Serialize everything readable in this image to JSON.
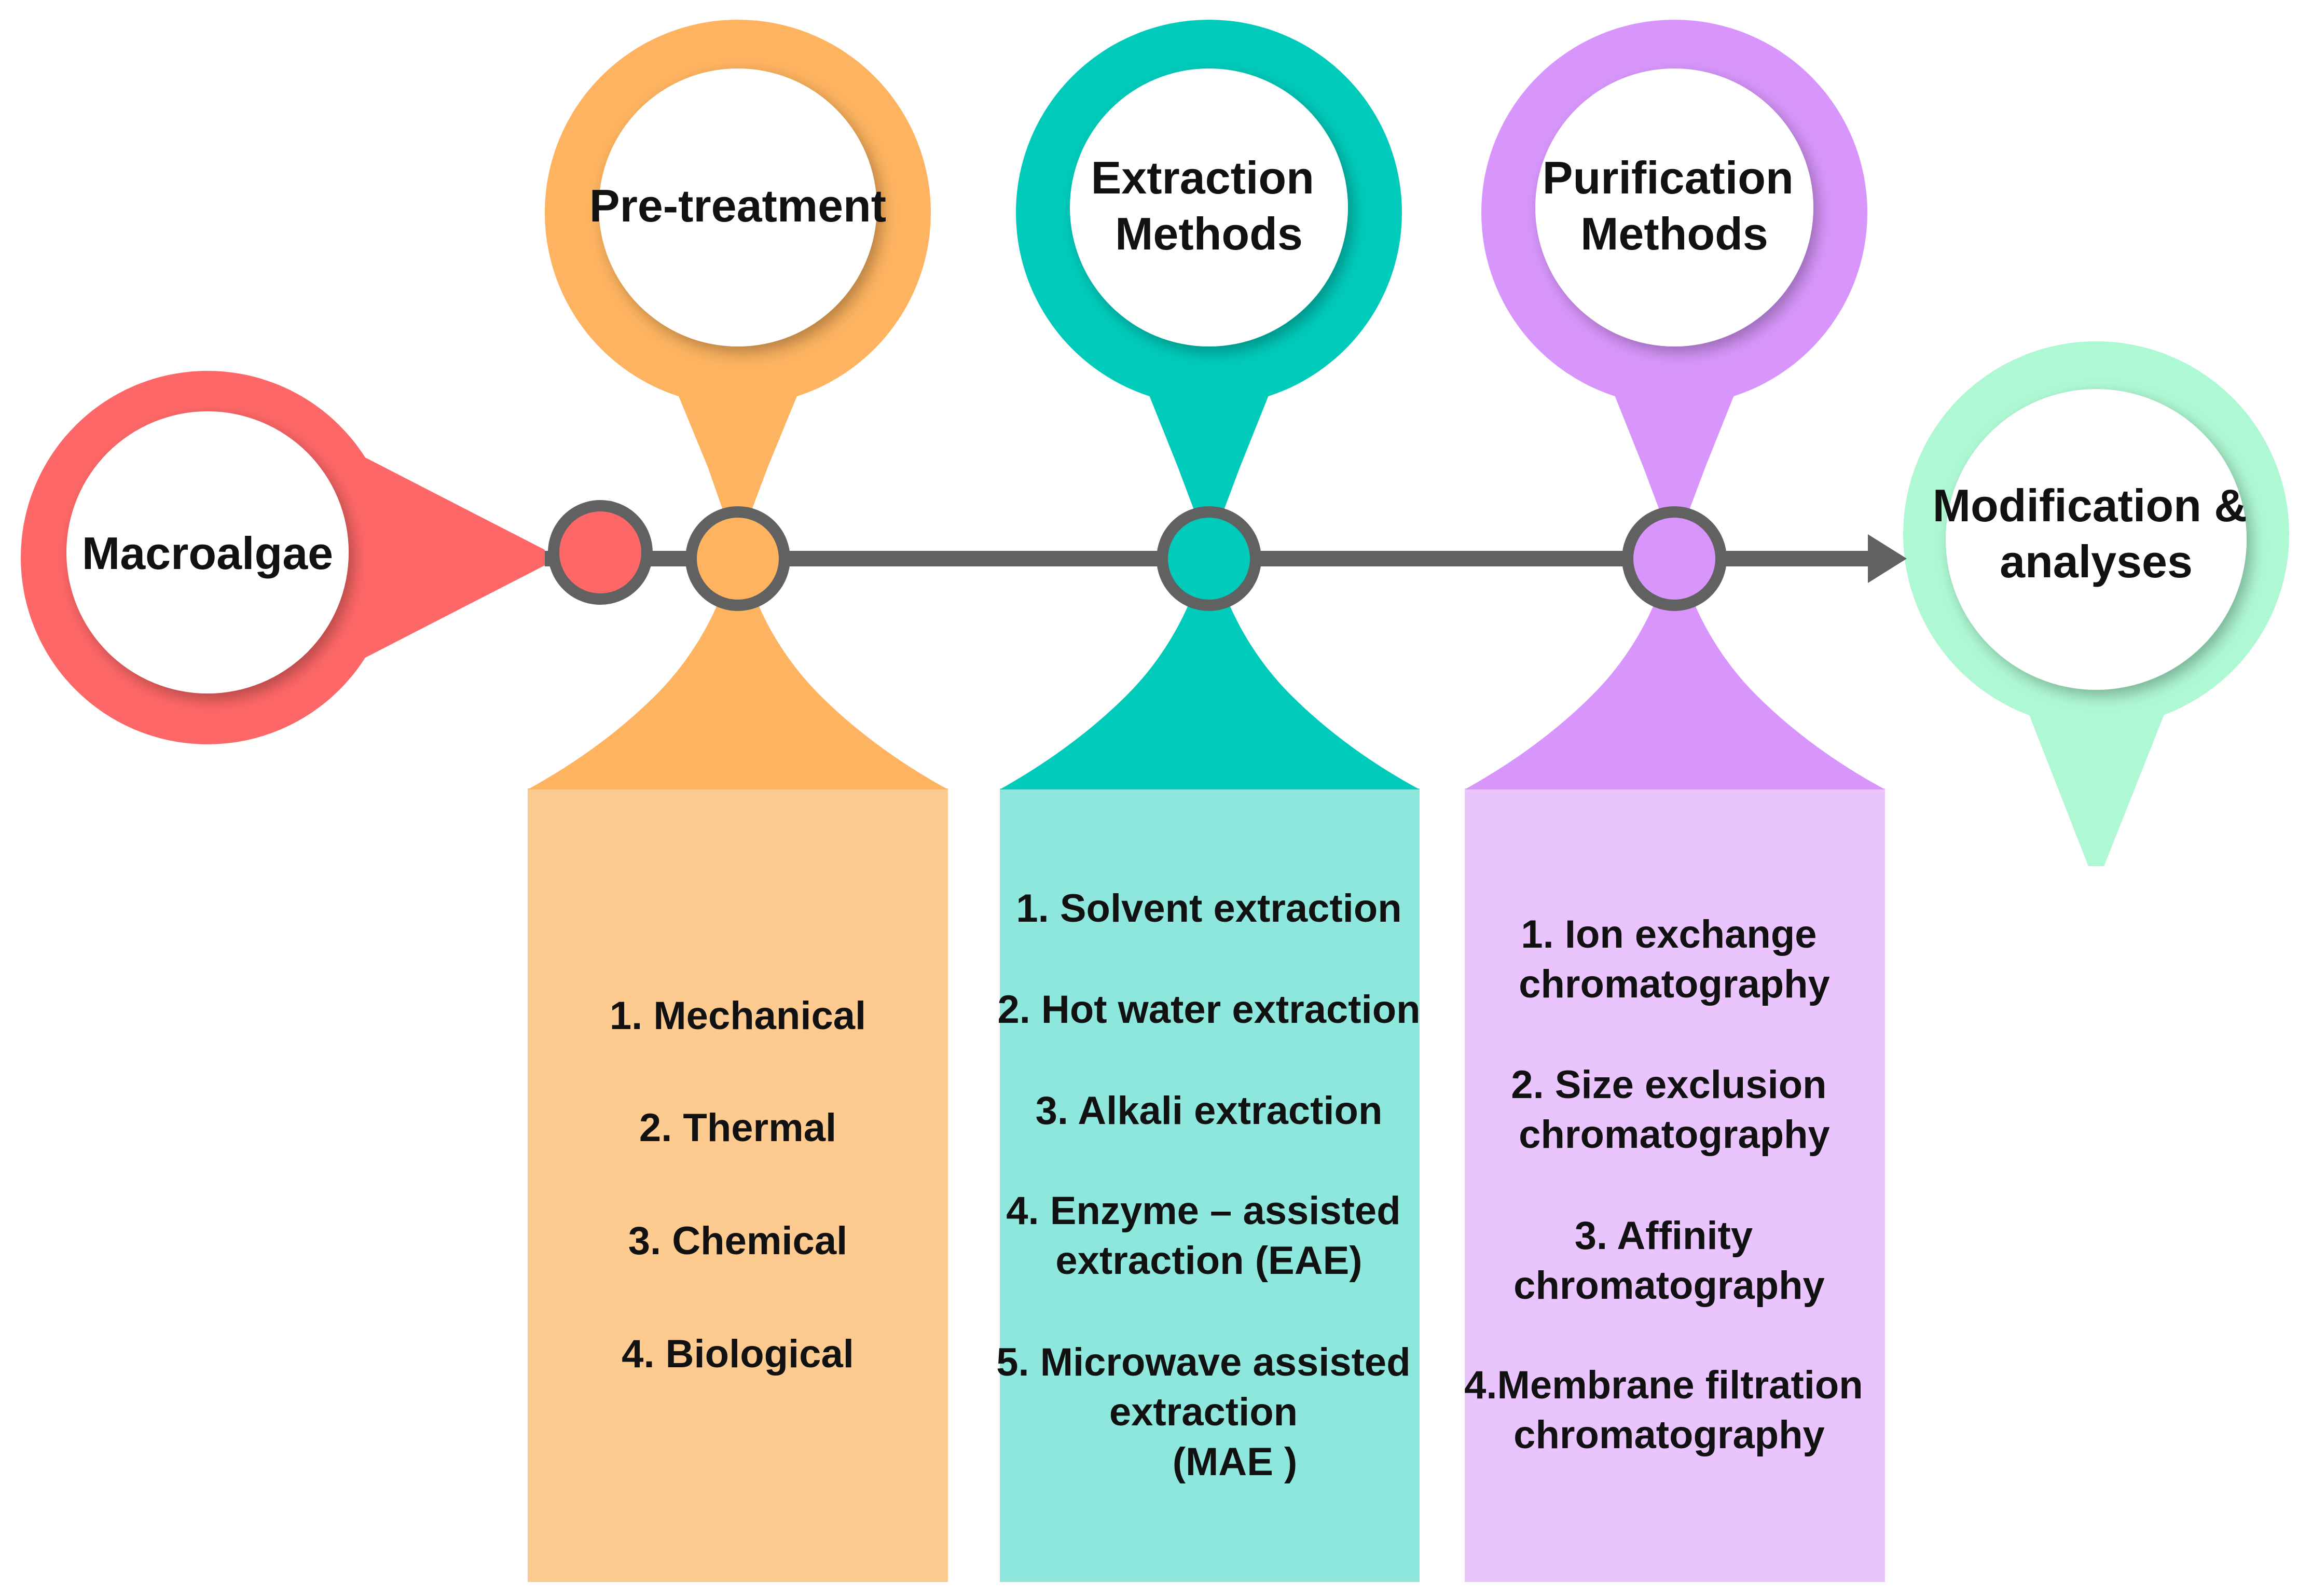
{
  "colors": {
    "macroalgae": "#fe6767",
    "pretreatment_pin": "#fdb35f",
    "pretreatment_box": "#fdca8f",
    "extraction_pin": "#00cbbb",
    "extraction_box": "#8de7dd",
    "purification_pin": "#d896fc",
    "purification_box": "#e9c4fd",
    "modification_pin": "#aef9d3",
    "timeline": "#616161"
  },
  "nodes": {
    "macroalgae": {
      "label": [
        "Macroalgae"
      ]
    },
    "pretreatment": {
      "label": [
        "Pre-treatment"
      ],
      "items": [
        [
          "1. Mechanical"
        ],
        [
          "2. Thermal"
        ],
        [
          "3. Chemical"
        ],
        [
          "4. Biological"
        ]
      ]
    },
    "extraction": {
      "label": [
        "Extraction",
        "Methods"
      ],
      "items": [
        [
          "1. Solvent extraction"
        ],
        [
          "2. Hot water extraction"
        ],
        [
          "3. Alkali extraction"
        ],
        [
          "4. Enzyme – assisted",
          "extraction (EAE)"
        ],
        [
          "5. Microwave assisted",
          "extraction",
          "(MAE )"
        ]
      ]
    },
    "purification": {
      "label": [
        "Purification",
        "Methods"
      ],
      "items": [
        [
          "1. Ion exchange",
          "chromatography"
        ],
        [
          "2. Size exclusion",
          "chromatography"
        ],
        [
          "3. Affinity",
          "chromatography"
        ],
        [
          "4.Membrane filtration",
          "chromatography"
        ]
      ]
    },
    "modification": {
      "label": [
        "Modification &",
        "analyses"
      ]
    }
  }
}
